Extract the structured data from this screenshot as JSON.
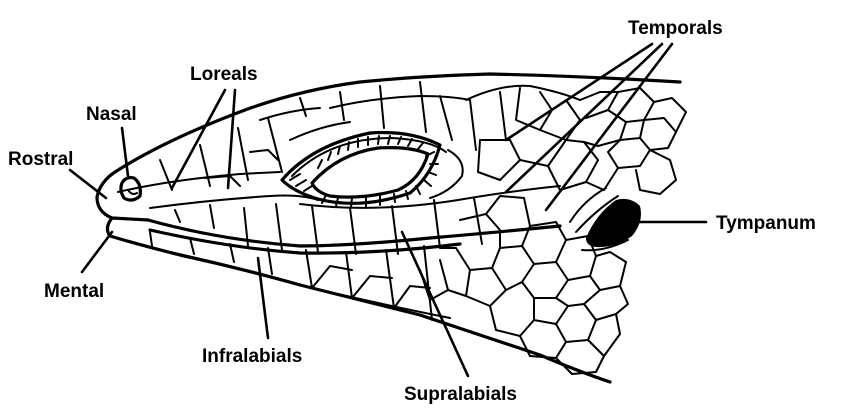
{
  "labels": {
    "rostral": "Rostral",
    "nasal": "Nasal",
    "loreals": "Loreals",
    "mental": "Mental",
    "infralabials": "Infralabials",
    "supralabials": "Supralabials",
    "temporals": "Temporals",
    "tympanum": "Tympanum"
  },
  "colors": {
    "ink": "#000000",
    "paper": "#ffffff"
  }
}
